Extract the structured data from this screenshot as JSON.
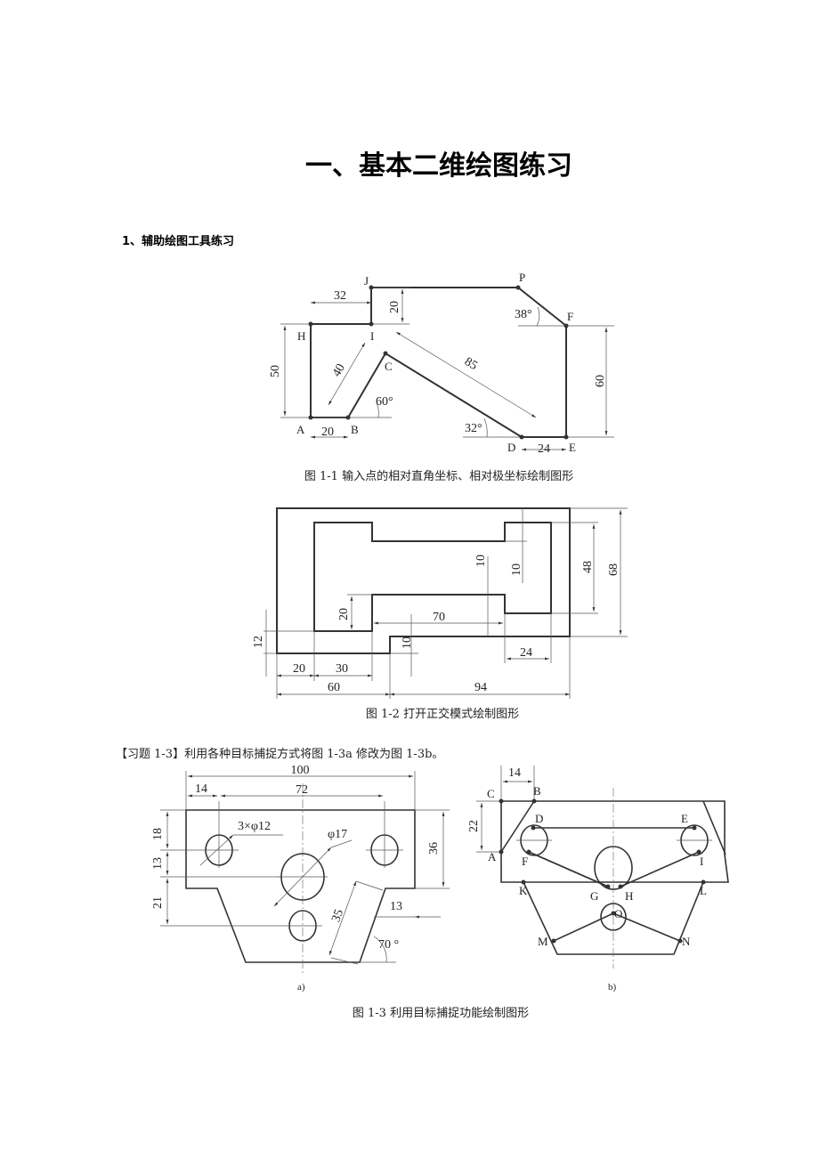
{
  "title": "一、基本二维绘图练习",
  "section1": "1、辅助绘图工具练习",
  "fig1": {
    "caption": "图 1-1 输入点的相对直角坐标、相对极坐标绘制图形",
    "points": {
      "A": "A",
      "B": "B",
      "C": "C",
      "D": "D",
      "E": "E",
      "F": "F",
      "H": "H",
      "I": "I",
      "J": "J",
      "P": "P"
    },
    "dims": {
      "d32": "32",
      "d20v": "20",
      "d50": "50",
      "d40": "40",
      "a60": "60°",
      "d85": "85",
      "a32": "32°",
      "d24": "24",
      "d20": "20",
      "a38": "38°",
      "d60": "60"
    }
  },
  "fig2": {
    "caption": "图 1-2 打开正交模式绘制图形",
    "dims": {
      "d10a": "10",
      "d10b": "10",
      "d48": "48",
      "d68": "68",
      "d20": "20",
      "d70": "70",
      "d12": "12",
      "d10c": "10",
      "d24": "24",
      "d20b": "20",
      "d30": "30",
      "d60": "60",
      "d94": "94"
    }
  },
  "exercise": "【习题 1-3】利用各种目标捕捉方式将图 1-3a 修改为图 1-3b。",
  "fig3": {
    "caption": "图 1-3 利用目标捕捉功能绘制图形",
    "a": {
      "label": "a)",
      "dims": {
        "d100": "100",
        "d14": "14",
        "d72": "72",
        "d18": "18",
        "d13": "13",
        "d21": "21",
        "d36": "36",
        "holes": "3×φ12",
        "dia": "φ17",
        "d35": "35",
        "d13b": "13",
        "a70": "70 °"
      }
    },
    "b": {
      "label": "b)",
      "dims": {
        "d14": "14",
        "d22": "22"
      },
      "points": {
        "A": "A",
        "B": "B",
        "C": "C",
        "D": "D",
        "E": "E",
        "F": "F",
        "G": "G",
        "H": "H",
        "I": "I",
        "K": "K",
        "L": "L",
        "M": "M",
        "N": "N",
        "O": "O"
      }
    }
  }
}
